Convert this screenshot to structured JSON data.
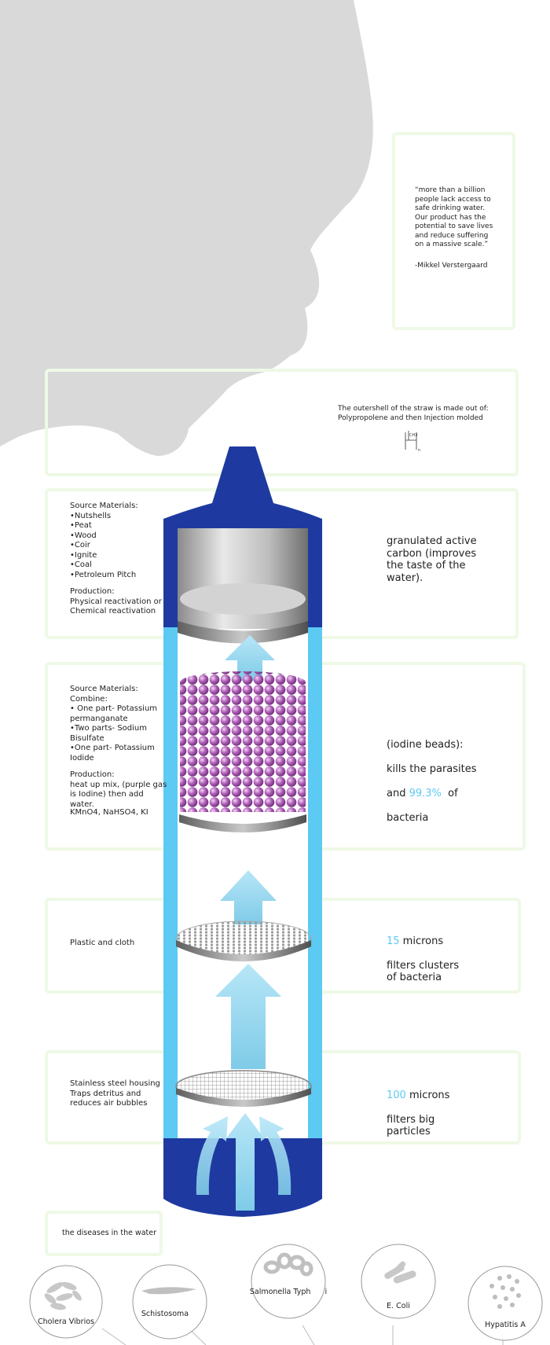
{
  "quote": {
    "text": "“more than a billion\npeople lack access to\nsafe drinking water.\nOur product has the\npotential to save lives\nand reduce suffering\non a massive scale.”",
    "author": "-Mikkel Verstergaard"
  },
  "outershell": {
    "text": "The outershell of the straw is made out of:\nPolypropolene and then Injection molded",
    "chem_labels": [
      "CH3",
      "n"
    ]
  },
  "carbon": {
    "materials": "Source Materials:\n•Nutshells\n•Peat\n•Wood\n•Coir\n•Ignite\n•Coal\n•Petroleum Pitch",
    "production": "Production:\nPhysical reactivation or\nChemical reactivation",
    "description": "granulated active\ncarbon (improves\nthe taste of the\nwater)."
  },
  "iodine": {
    "materials": "Source Materials:\nCombine:\n• One part- Potassium\npermanganate\n•Two parts- Sodium\nBisulfate\n•One part- Potassium\nIodide",
    "production": "Production:\nheat up mix, (purple gas\nis Iodine) then add water.",
    "formula": "KMnO4, NaHSO4, KI",
    "desc_line1": "(iodine beads):",
    "desc_line2": "kills the parasites",
    "desc_and": "and ",
    "desc_percent": "99.3%",
    "desc_of": "  of",
    "desc_line4": "bacteria"
  },
  "microfilter": {
    "material": "Plastic and cloth",
    "number": "15",
    "unit": " microns",
    "desc": "filters clusters\nof bacteria"
  },
  "mesh": {
    "material": "Stainless steel housing\nTraps detritus and\nreduces air bubbles",
    "number": "100",
    "unit": " microns",
    "desc": "filters big\nparticles"
  },
  "diseases": {
    "title": "the diseases in the water",
    "items": [
      {
        "name": "Cholera Vibrios"
      },
      {
        "name": "Schistosoma"
      },
      {
        "name": "Salmonella Typh      i"
      },
      {
        "name": "E. Coli"
      },
      {
        "name": "Hypatitis A"
      }
    ]
  },
  "colors": {
    "straw_blue": "#1e3aa0",
    "water_blue": "#5ccaf2",
    "arrow_blue": "#a9def2",
    "box_green": "#eef9e6",
    "bead_purple": "#b060b8",
    "silhouette": "#d9d9d9"
  },
  "icons": [
    "face-silhouette",
    "water-straw",
    "polymer-structure-icon",
    "carbon-cup-icon",
    "iodine-beads-icon",
    "micro-filter-disc-icon",
    "mesh-filter-disc-icon",
    "water-flow-arrow-icon"
  ]
}
